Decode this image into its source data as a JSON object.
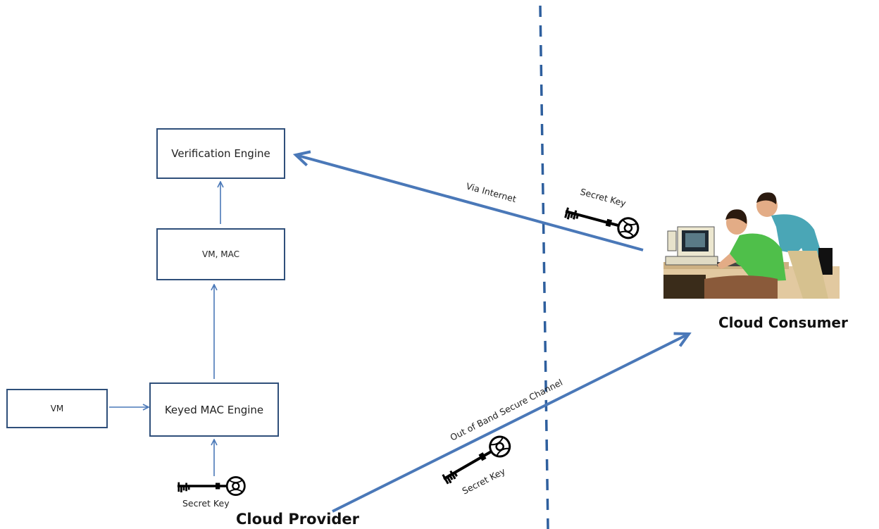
{
  "boxes": {
    "verification_engine": "Verification Engine",
    "vm_mac": "VM, MAC",
    "keyed_mac_engine": "Keyed MAC Engine",
    "vm": "VM"
  },
  "labels": {
    "via_internet": "Via Internet",
    "out_of_band": "Out of Band Secure Channel",
    "secret_key_top": "Secret Key",
    "secret_key_bottom": "Secret Key",
    "secret_key_left": "Secret Key",
    "cloud_consumer": "Cloud Consumer",
    "cloud_provider": "Cloud Provider"
  },
  "colors": {
    "arrow": "#4a78b8",
    "box_border": "#2f4f7a",
    "divider": "#2e5f9e"
  },
  "icons": [
    "key-icon",
    "computer-users-icon"
  ]
}
